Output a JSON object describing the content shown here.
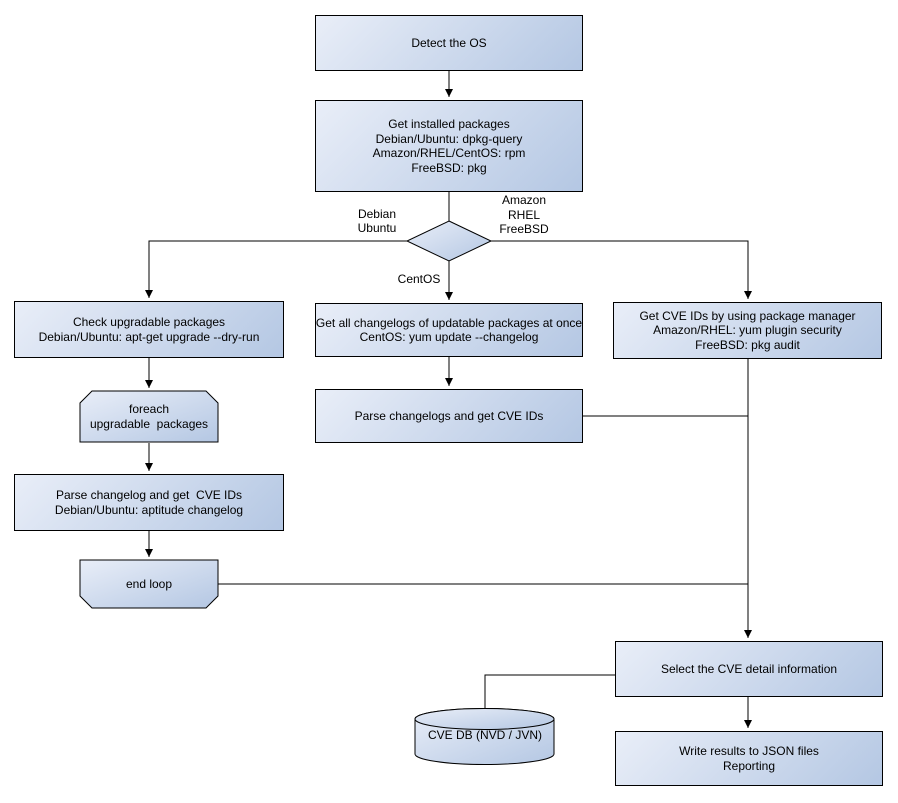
{
  "colors": {
    "node_fill_light": "#e9eef8",
    "node_fill_dark": "#b4c7e3",
    "node_border": "#000000",
    "text": "#000000",
    "background": "#ffffff"
  },
  "nodes": {
    "detect_os": "Detect the OS",
    "get_installed": "Get installed packages\nDebian/Ubuntu: dpkg-query\nAmazon/RHEL/CentOS: rpm\nFreeBSD: pkg",
    "check_upgradable": "Check upgradable packages\nDebian/Ubuntu: apt-get upgrade --dry-run",
    "foreach_loop": "foreach\nupgradable  packages",
    "parse_changelog_left": "Parse changelog and get  CVE IDs\nDebian/Ubuntu: aptitude changelog",
    "end_loop": "end loop",
    "get_changelogs": "Get all changelogs of updatable packages at once\nCentOS: yum update --changelog",
    "parse_changelogs_mid": "Parse changelogs and get CVE IDs",
    "get_cve_ids": "Get CVE IDs by using package manager\nAmazon/RHEL: yum plugin security\nFreeBSD: pkg audit",
    "select_cve": "Select the CVE detail information",
    "write_results": "Write results to JSON files\nReporting",
    "cve_db": "CVE DB (NVD / JVN)"
  },
  "edge_labels": {
    "debian_ubuntu": "Debian\nUbuntu",
    "amazon_rhel_freebsd": "Amazon\nRHEL\nFreeBSD",
    "centos": "CentOS"
  }
}
